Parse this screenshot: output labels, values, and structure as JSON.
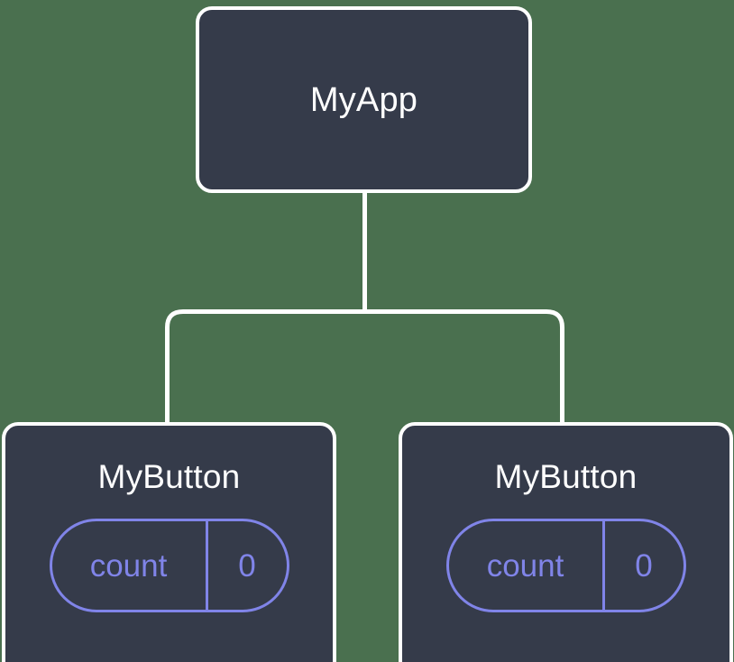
{
  "diagram": {
    "type": "component-tree",
    "background_color": "#4a704f",
    "node_fill_color": "#353b4a",
    "node_border_color": "#ffffff",
    "connector_color": "#ffffff",
    "accent_color": "#8084e8",
    "title_text_color": "#ffffff"
  },
  "root": {
    "title": "MyApp"
  },
  "children": [
    {
      "title": "MyButton",
      "state": {
        "key": "count",
        "value": "0"
      }
    },
    {
      "title": "MyButton",
      "state": {
        "key": "count",
        "value": "0"
      }
    }
  ]
}
